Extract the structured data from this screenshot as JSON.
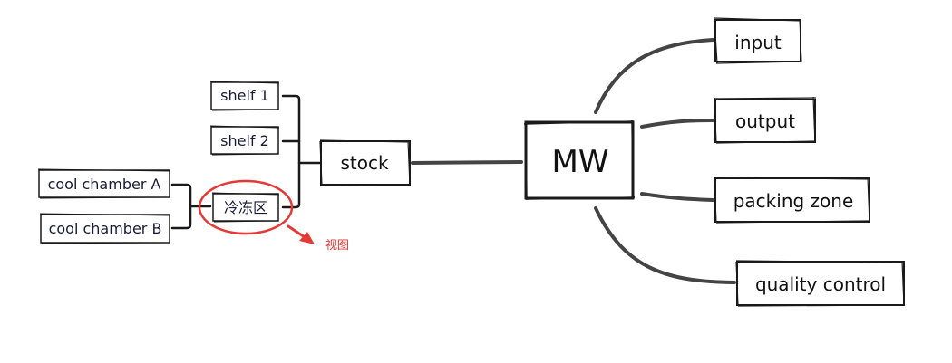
{
  "diagram": {
    "root": {
      "label": "MW"
    },
    "right_branches": [
      {
        "label": "input"
      },
      {
        "label": "output"
      },
      {
        "label": "packing zone"
      },
      {
        "label": "quality control"
      }
    ],
    "stock": {
      "label": "stock"
    },
    "stock_children": [
      {
        "label": "shelf 1"
      },
      {
        "label": "shelf 2"
      },
      {
        "label": "冷冻区"
      }
    ],
    "freezer_children": [
      {
        "label": "cool chamber A"
      },
      {
        "label": "cool chamber B"
      }
    ],
    "annotation": {
      "label": "视图",
      "color": "#e53935"
    },
    "colors": {
      "connector_thick": "#444444",
      "connector_thin": "#1a1a1a"
    }
  }
}
